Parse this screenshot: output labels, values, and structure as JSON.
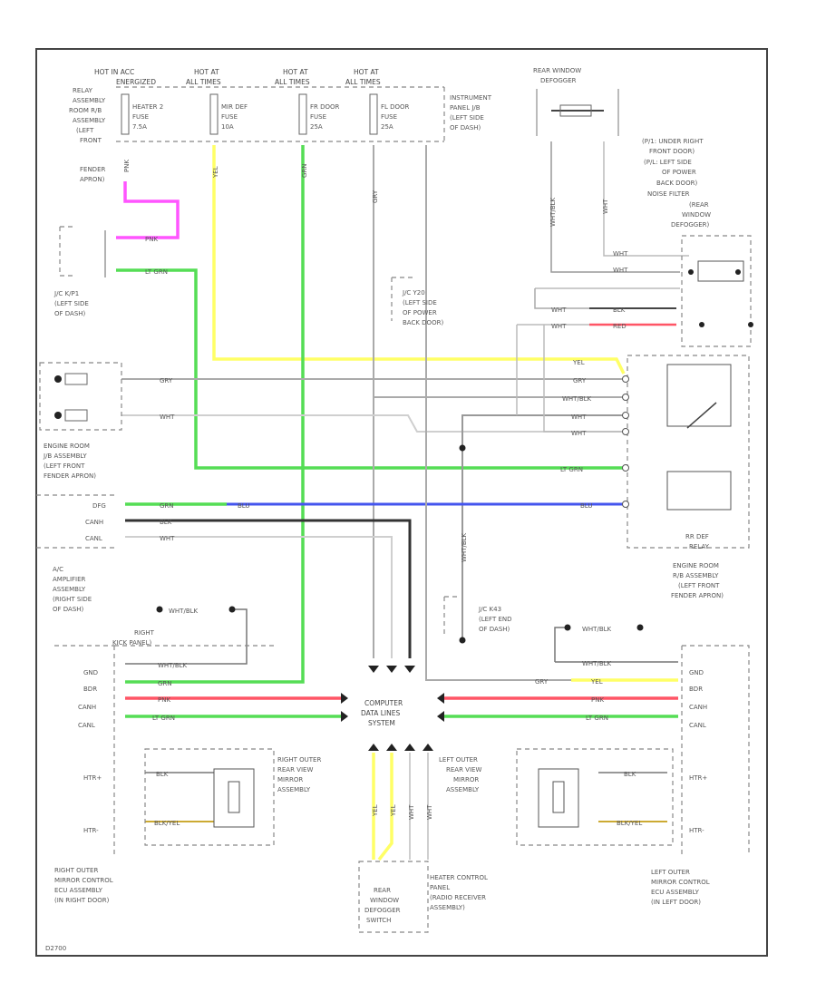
{
  "page_id": "D2700",
  "colors": {
    "pink": "#ff55ff",
    "yellow": "#ffff66",
    "green": "#55dd55",
    "grn": "#44cc44",
    "blue": "#4455ee",
    "red": "#ff5566",
    "gray": "#999999",
    "white_wire": "#cfcfcf",
    "black_wire": "#333333"
  },
  "fuse_labels": {
    "hot_in_acc": "HOT IN ACC",
    "hot_at_1": "HOT AT",
    "hot_at_2": "HOT AT",
    "hot_at_3": "HOT AT",
    "all_times_1": "ALL TIMES",
    "all_times_2": "ALL TIMES",
    "all_times_3": "ALL TIMES",
    "energized": "ENERGIZED",
    "relay_assembly": [
      "RELAY",
      "ASSEMBLY",
      "ROOM R/B",
      "ASSEMBLY",
      "(LEFT",
      "FRONT",
      "FENDER",
      "APRON)"
    ],
    "heater2": [
      "HEATER 2",
      "FUSE",
      "7.5A"
    ],
    "mir_def": [
      "MIR DEF",
      "FUSE",
      "10A"
    ],
    "fr_door": [
      "FR DOOR",
      "FUSE",
      "25A"
    ],
    "fl_door": [
      "FL DOOR",
      "FUSE",
      "25A"
    ],
    "ipj": [
      "INSTRUMENT",
      "PANEL J/B",
      "(LEFT SIDE",
      "OF DASH)"
    ]
  },
  "components": {
    "rear_defogger": [
      "REAR WINDOW",
      "DEFOGGER"
    ],
    "noise_filter": [
      "(P/1: UNDER RIGHT",
      "FRONT DOOR)",
      "(P/L: LEFT SIDE",
      "OF POWER",
      "BACK DOOR)",
      "NOISE FILTER",
      "(REAR",
      "WINDOW",
      "DEFOGGER)"
    ],
    "jc_left_dash": [
      "J/C K/P1",
      "(LEFT SIDE",
      "OF DASH)"
    ],
    "jc_back_door": [
      "J/C Y20",
      "(LEFT SIDE",
      "OF POWER",
      "BACK DOOR)"
    ],
    "engine_room_jb": [
      "ENGINE ROOM",
      "J/B ASSEMBLY",
      "(LEFT FRONT",
      "FENDER APRON)"
    ],
    "amplifier": [
      "A/C",
      "AMPLIFIER",
      "ASSEMBLY",
      "(RIGHT SIDE",
      "OF DASH)"
    ],
    "rr_def_relay": [
      "RR DEF",
      "RELAY"
    ],
    "engine_room_rb": [
      "ENGINE ROOM",
      "R/B ASSEMBLY",
      "(LEFT FRONT",
      "FENDER APRON)"
    ],
    "jc_left_end": [
      "J/C K43",
      "(LEFT END",
      "OF DASH)"
    ],
    "right_kick": [
      "RIGHT",
      "KICK PANEL)"
    ],
    "computer_data": [
      "COMPUTER",
      "DATA LINES",
      "SYSTEM"
    ],
    "right_mirror": [
      "RIGHT OUTER",
      "REAR VIEW",
      "MIRROR",
      "ASSEMBLY"
    ],
    "left_mirror": [
      "LEFT OUTER",
      "REAR VIEW",
      "MIRROR",
      "ASSEMBLY"
    ],
    "right_ecu": [
      "RIGHT OUTER",
      "MIRROR CONTROL",
      "ECU ASSEMBLY",
      "(IN RIGHT DOOR)"
    ],
    "left_ecu": [
      "LEFT OUTER",
      "MIRROR CONTROL",
      "ECU ASSEMBLY",
      "(IN LEFT DOOR)"
    ],
    "rear_switch": [
      "REAR",
      "WINDOW",
      "DEFOGGER",
      "SWITCH"
    ],
    "heater_panel": [
      "HEATER CONTROL",
      "PANEL",
      "(RADIO RECEIVER",
      "ASSEMBLY)"
    ]
  },
  "wire_labels": {
    "pnk": "PNK",
    "yel": "YEL",
    "grn": "GRN",
    "gry": "GRY",
    "lt_grn": "LT GRN",
    "wht": "WHT",
    "wht_blk": "WHT/BLK",
    "blk": "BLK",
    "blu": "BLU",
    "red": "RED",
    "blk_yel": "BLK/YEL"
  },
  "pins": {
    "dfg": "DFG",
    "canh": "CANH",
    "canl": "CANL",
    "gnd": "GND",
    "bdr": "BDR",
    "htr_plus": "HTR+",
    "htr_minus": "HTR-"
  }
}
